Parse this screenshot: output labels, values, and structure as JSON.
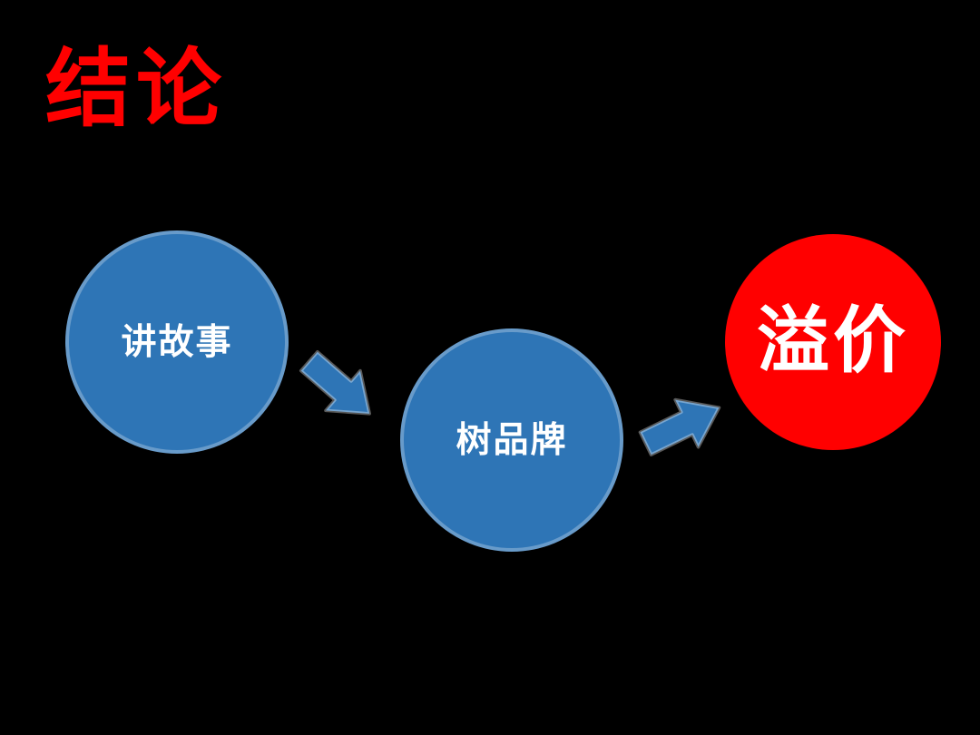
{
  "slide": {
    "title": "结论",
    "title_color": "#FF0000",
    "background_color": "#000000"
  },
  "diagram": {
    "node_fill": "#2E75B6",
    "node_stroke_light": "#6690BC",
    "accent_fill": "#FF0000",
    "text_color": "#FFFFFF",
    "nodes": [
      {
        "id": "node-1",
        "label": "讲故事",
        "style": "blue-circle"
      },
      {
        "id": "node-2",
        "label": "树品牌",
        "style": "blue-circle"
      },
      {
        "id": "node-3",
        "label": "溢价",
        "style": "red-circle-emphasis"
      }
    ],
    "arrows": [
      {
        "id": "arrow-1",
        "direction": "down-right",
        "from": "node-1",
        "to": "node-2"
      },
      {
        "id": "arrow-2",
        "direction": "up-right",
        "from": "node-2",
        "to": "node-3"
      }
    ]
  }
}
